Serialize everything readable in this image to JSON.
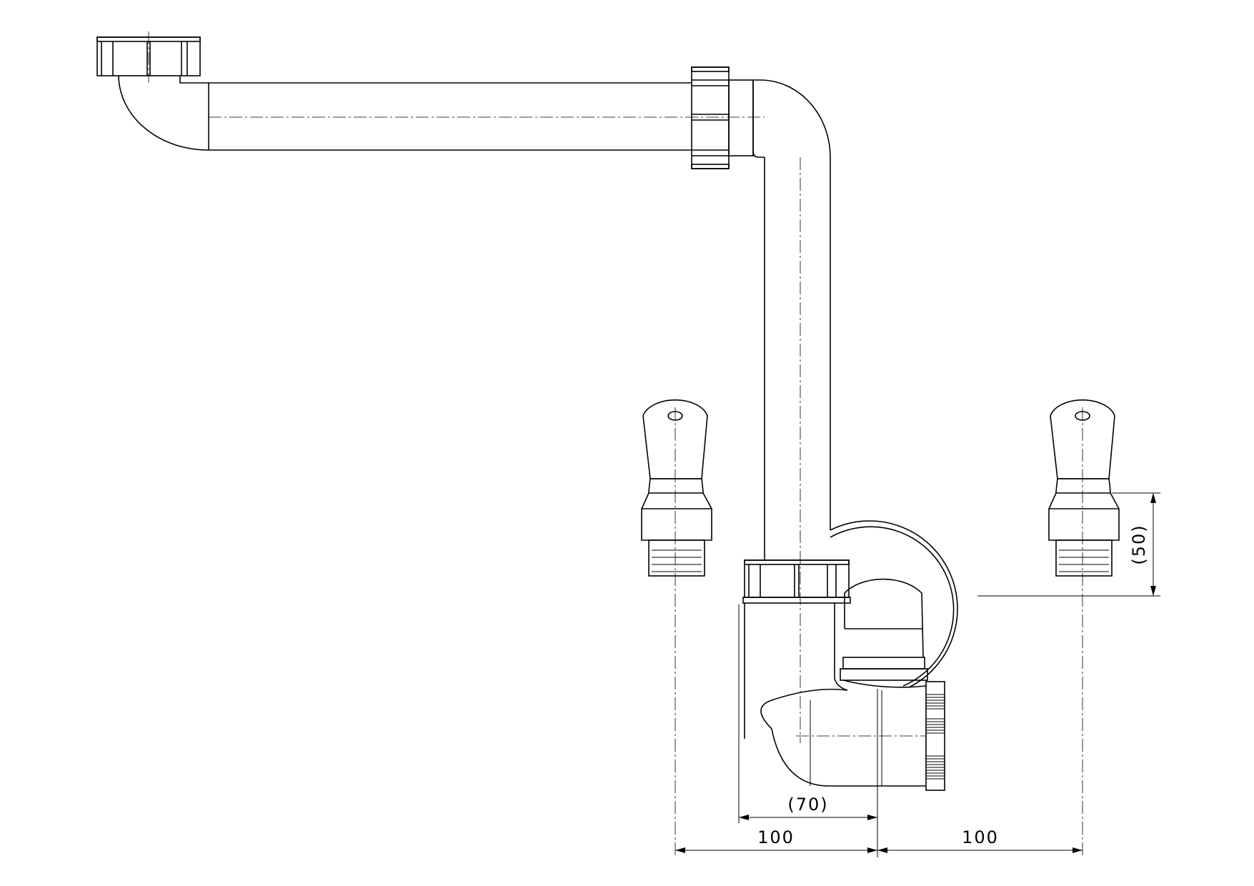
{
  "colors": {
    "line": "#000000",
    "background": "#ffffff"
  },
  "dimensions": {
    "left_spacing": "100",
    "right_spacing": "100",
    "trap_offset": "(70)",
    "tap_height": "(50)"
  }
}
